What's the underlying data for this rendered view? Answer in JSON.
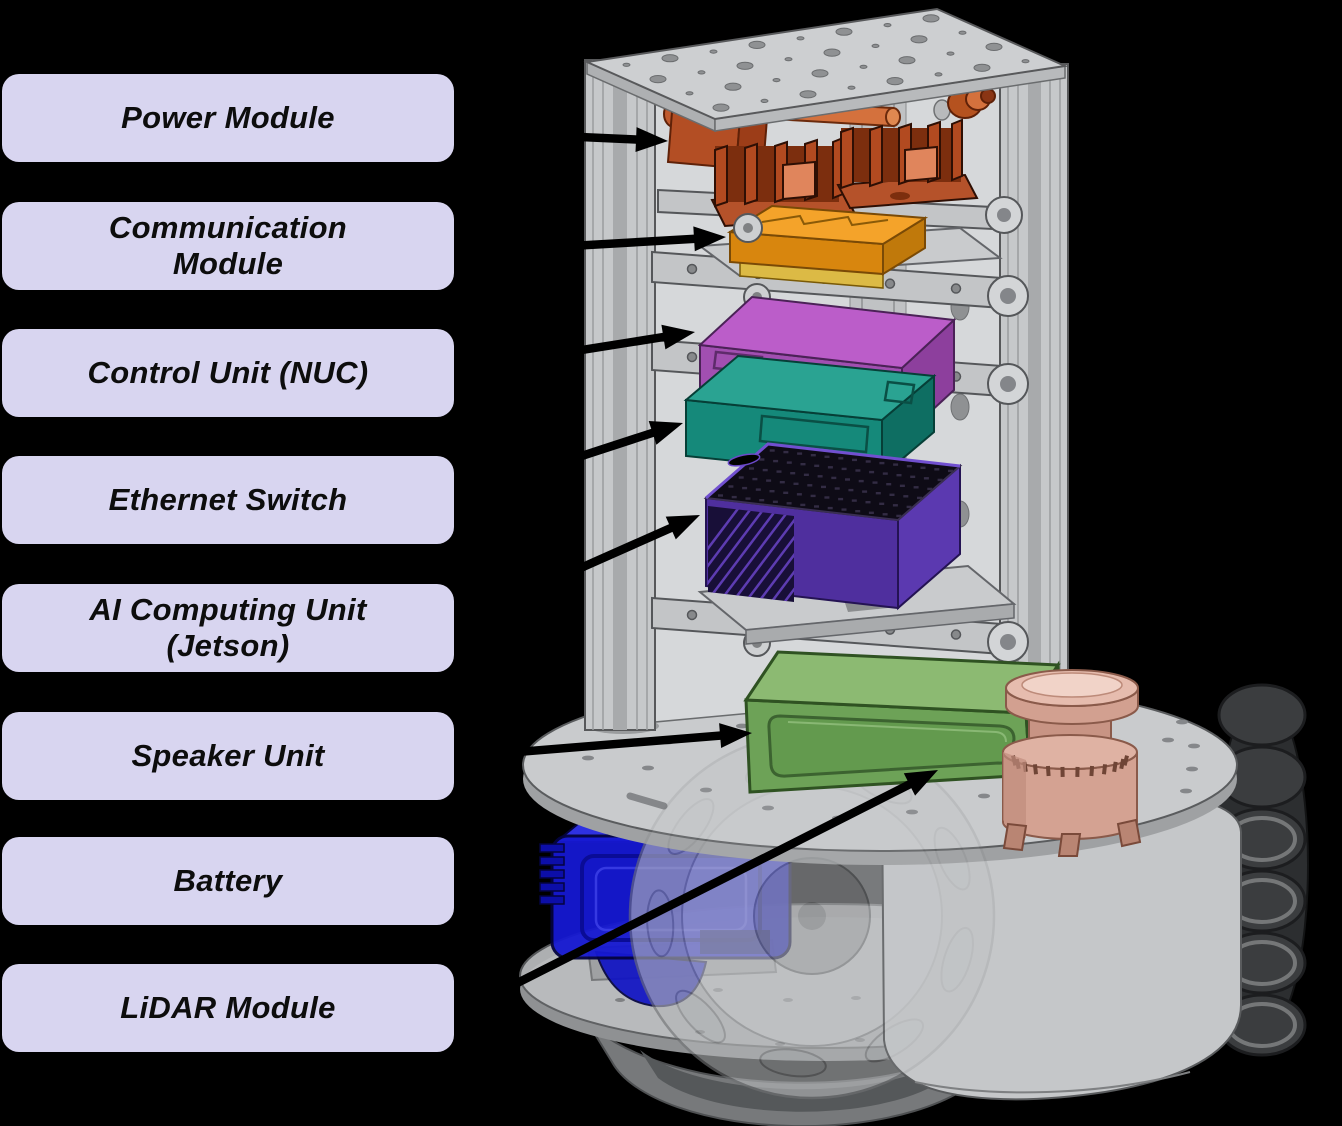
{
  "figure": {
    "title": "Robot hardware architecture exploded-view diagram",
    "background_color": "#000000",
    "callout_style": {
      "fill": "#d8d5f0",
      "text_color": "#0d0d0d"
    },
    "callouts": [
      {
        "text": "Power Module",
        "component": "power-module",
        "color": "#b34e24"
      },
      {
        "text": "Communication Module",
        "component": "communication-module",
        "color": "#f2a329"
      },
      {
        "text": "Control Unit (NUC)",
        "component": "control-unit-nuc",
        "color": "#a94fbb"
      },
      {
        "text": "Ethernet Switch",
        "component": "ethernet-switch",
        "color": "#15897a"
      },
      {
        "text": "AI Computing Unit (Jetson)",
        "component": "ai-computing-unit-jetson",
        "color": "#4f2f9e"
      },
      {
        "text": "Speaker Unit",
        "component": "speaker-unit",
        "color": "#6da257"
      },
      {
        "text": "Battery",
        "component": "battery",
        "color": "#1619d2"
      },
      {
        "text": "LiDAR Module",
        "component": "lidar-module",
        "color": "#d4a292"
      }
    ]
  }
}
